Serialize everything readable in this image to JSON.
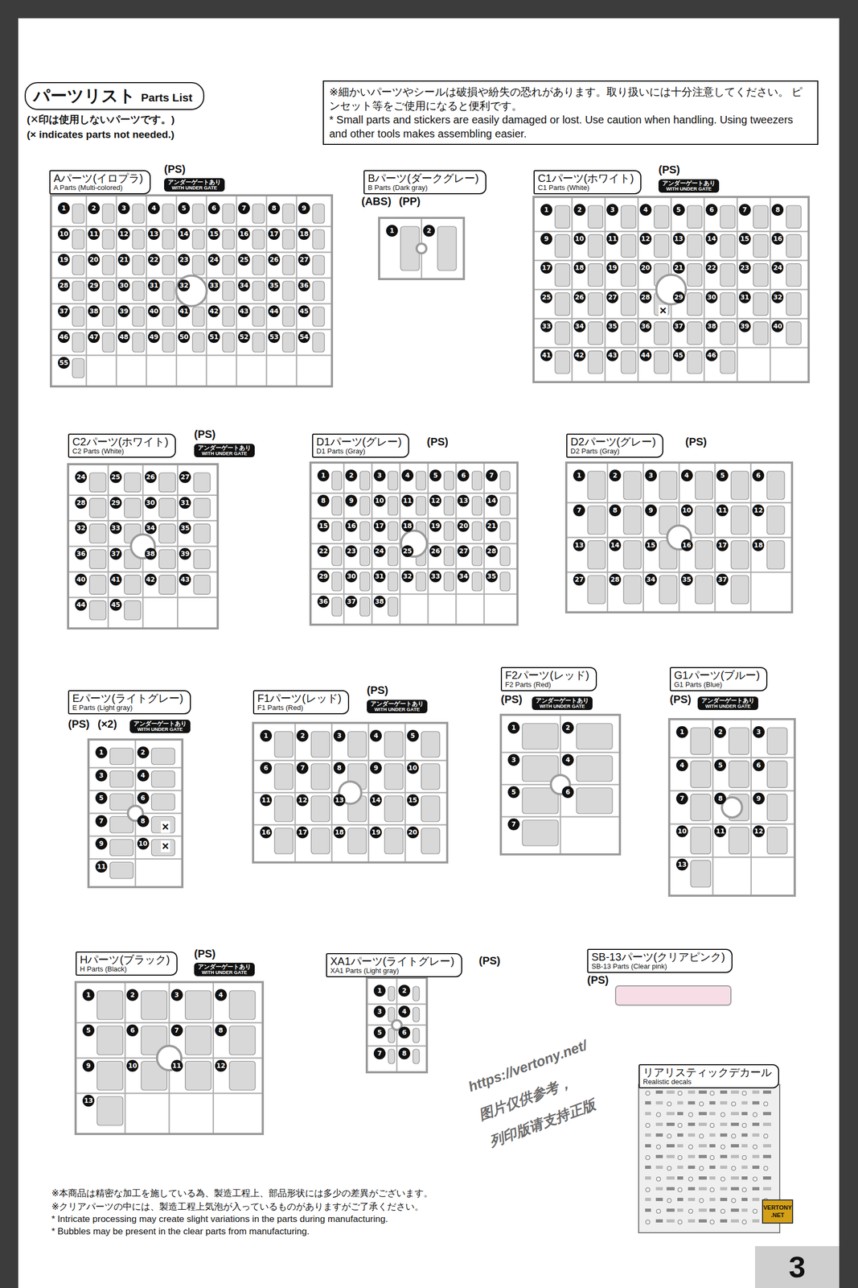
{
  "diagram": {
    "nodes": [
      {
        "text": [
          "パーツリスト",
          "Parts List"
        ]
      },
      {
        "text": [
          "※細かいパーツやシールは破損や紛失の恐れがあります。取り扱いには十分注意してください。 ピンセット等をご使用になると便利です。",
          "* Small parts and stickers are easily damaged or lost. Use caution when handling. Using tweezers and other tools makes assembling easier."
        ]
      },
      {
        "text": [
          "Aパーツ(イロプラ)",
          "A Parts (Multi-colored)"
        ]
      },
      {
        "text": [
          "アンダーゲートあり",
          "WITH UNDER GATE"
        ]
      },
      {
        "text": [
          "Bパーツ(ダークグレー)",
          "B Parts (Dark gray)"
        ]
      },
      {
        "text": [
          "C1パーツ(ホワイト)",
          "C1 Parts (White)"
        ]
      },
      {
        "text": [
          "アンダーゲートあり",
          "WITH UNDER GATE"
        ]
      },
      {
        "text": [
          "C2パーツ(ホワイト)",
          "C2 Parts (White)"
        ]
      },
      {
        "text": [
          "アンダーゲートあり",
          "WITH UNDER GATE"
        ]
      },
      {
        "text": [
          "D1パーツ(グレー)",
          "D1 Parts (Gray)"
        ]
      },
      {
        "text": [
          "D2パーツ(グレー)",
          "D2 Parts (Gray)"
        ]
      },
      {
        "text": [
          "Eパーツ(ライトグレー)",
          "E Parts (Light gray)"
        ]
      },
      {
        "text": [
          "アンダーゲートあり",
          "WITH UNDER GATE"
        ]
      },
      {
        "text": [
          "F1パーツ(レッド)",
          "F1 Parts (Red)"
        ]
      },
      {
        "text": [
          "アンダーゲートあり",
          "WITH UNDER GATE"
        ]
      },
      {
        "text": [
          "F2パーツ(レッド)",
          "F2 Parts (Red)"
        ]
      },
      {
        "text": [
          "アンダーゲートあり",
          "WITH UNDER GATE"
        ]
      },
      {
        "text": [
          "G1パーツ(ブルー)",
          "G1 Parts (Blue)"
        ]
      },
      {
        "text": [
          "アンダーゲートあり",
          "WITH UNDER GATE"
        ]
      },
      {
        "text": [
          "Hパーツ(ブラック)",
          "H Parts (Black)"
        ]
      },
      {
        "text": [
          "アンダーゲートあり",
          "WITH UNDER GATE"
        ]
      },
      {
        "text": [
          "XA1パーツ(ライトグレー)",
          "XA1 Parts (Light gray)"
        ]
      },
      {
        "text": [
          "SB-13パーツ(クリアピンク)",
          "SB-13 Parts (Clear pink)"
        ]
      },
      {
        "text": [
          "リアリスティックデカール",
          "Realistic decals"
        ]
      },
      {
        "text": [
          "3"
        ]
      }
    ],
    "edges": [],
    "labels": [
      "(✕印は使用しないパーツです。)",
      "(× indicates parts not needed.)",
      "(PS)",
      "1",
      "2",
      "3",
      "4",
      "5",
      "6",
      "7",
      "8",
      "9",
      "10",
      "11",
      "12",
      "13",
      "14",
      "15",
      "16",
      "17",
      "18",
      "19",
      "20",
      "21",
      "22",
      "23",
      "24",
      "25",
      "26",
      "27",
      "28",
      "29",
      "30",
      "31",
      "32",
      "33",
      "34",
      "35",
      "36",
      "37",
      "38",
      "39",
      "40",
      "41",
      "42",
      "43",
      "44",
      "45",
      "46",
      "47",
      "48",
      "49",
      "50",
      "51",
      "52",
      "53",
      "54",
      "55",
      "(ABS)",
      "(PP)",
      "1",
      "2",
      "(PS)",
      "1",
      "2",
      "3",
      "4",
      "5",
      "6",
      "7",
      "8",
      "9",
      "10",
      "11",
      "12",
      "13",
      "14",
      "15",
      "16",
      "17",
      "18",
      "19",
      "20",
      "21",
      "22",
      "23",
      "24",
      "25",
      "26",
      "27",
      "28",
      "29",
      "30",
      "31",
      "32",
      "33",
      "34",
      "35",
      "36",
      "37",
      "38",
      "39",
      "40",
      "41",
      "42",
      "43",
      "44",
      "45",
      "46",
      "×",
      "(PS)",
      "24",
      "25",
      "26",
      "27",
      "28",
      "29",
      "30",
      "31",
      "32",
      "33",
      "34",
      "35",
      "36",
      "37",
      "38",
      "39",
      "40",
      "41",
      "42",
      "43",
      "44",
      "45",
      "(PS)",
      "1",
      "2",
      "3",
      "4",
      "5",
      "6",
      "7",
      "8",
      "9",
      "10",
      "11",
      "12",
      "13",
      "14",
      "15",
      "16",
      "17",
      "18",
      "19",
      "20",
      "21",
      "22",
      "23",
      "24",
      "25",
      "26",
      "27",
      "28",
      "29",
      "30",
      "31",
      "32",
      "33",
      "34",
      "35",
      "36",
      "37",
      "38",
      "(PS)",
      "1",
      "2",
      "3",
      "4",
      "5",
      "6",
      "7",
      "8",
      "9",
      "10",
      "11",
      "12",
      "13",
      "14",
      "15",
      "16",
      "17",
      "18",
      "27",
      "28",
      "34",
      "35",
      "37",
      "(PS)",
      "(×2)",
      "1",
      "2",
      "3",
      "4",
      "5",
      "6",
      "7",
      "8",
      "9",
      "10",
      "11",
      "×",
      "×",
      "(PS)",
      "1",
      "2",
      "3",
      "4",
      "5",
      "6",
      "7",
      "8",
      "9",
      "10",
      "11",
      "12",
      "13",
      "14",
      "15",
      "16",
      "17",
      "18",
      "19",
      "20",
      "(PS)",
      "1",
      "2",
      "3",
      "4",
      "5",
      "6",
      "7",
      "(PS)",
      "1",
      "2",
      "3",
      "4",
      "5",
      "6",
      "7",
      "8",
      "9",
      "10",
      "11",
      "12",
      "13",
      "(PS)",
      "1",
      "2",
      "3",
      "4",
      "5",
      "6",
      "7",
      "8",
      "9",
      "10",
      "11",
      "12",
      "13",
      "(PS)",
      "1",
      "2",
      "3",
      "4",
      "5",
      "6",
      "7",
      "8",
      "(PS)",
      "※本商品は精密な加工を施している為、製造工程上、部品形状には多少の差異がございます。",
      "※クリアパーツの中には、製造工程上気泡が入っているものがありますがご了承ください。",
      "* Intricate processing may create slight variations in the parts during manufacturing.",
      "* Bubbles may be present in the clear parts from manufacturing.",
      "https://vertony.net/",
      "图片仅供参考，",
      "列印版请支持正版",
      "VERTONY .NET"
    ]
  }
}
